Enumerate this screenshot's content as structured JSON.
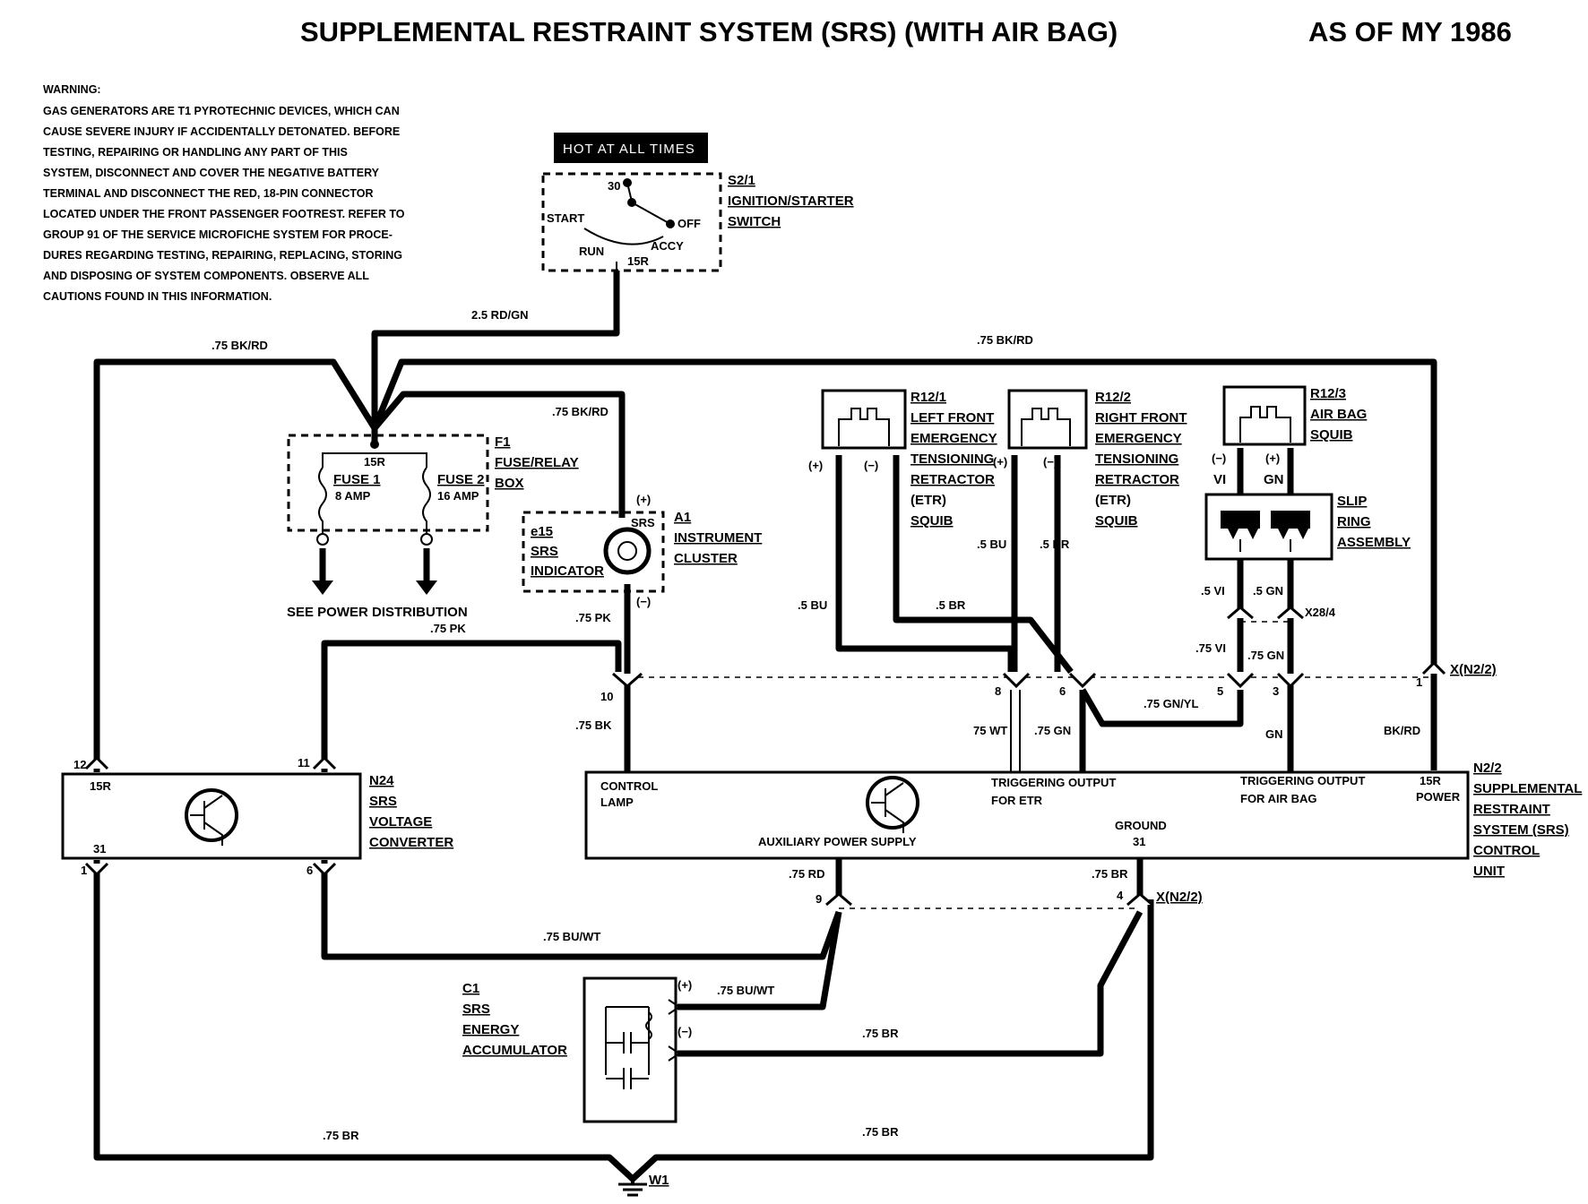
{
  "header": {
    "title": "SUPPLEMENTAL RESTRAINT SYSTEM (SRS) (WITH AIR BAG)",
    "model_year": "AS OF MY 1986"
  },
  "warning": {
    "heading": "WARNING:",
    "lines": [
      "GAS GENERATORS ARE T1 PYROTECHNIC DEVICES, WHICH CAN",
      "CAUSE SEVERE INJURY IF ACCIDENTALLY DETONATED. BEFORE",
      "TESTING, REPAIRING OR HANDLING ANY PART OF THIS",
      "SYSTEM, DISCONNECT AND COVER THE NEGATIVE BATTERY",
      "TERMINAL AND DISCONNECT THE RED, 18-PIN CONNECTOR",
      "LOCATED UNDER THE FRONT PASSENGER FOOTREST. REFER TO",
      "GROUP 91 OF THE SERVICE MICROFICHE SYSTEM FOR PROCE-",
      "DURES REGARDING TESTING, REPAIRING, REPLACING, STORING",
      "AND DISPOSING OF SYSTEM COMPONENTS. OBSERVE ALL",
      "CAUTIONS FOUND IN THIS INFORMATION."
    ]
  },
  "hot_label": "HOT AT ALL TIMES",
  "switch": {
    "id": "S2/1",
    "name1": "IGNITION/STARTER",
    "name2": "SWITCH",
    "pos_30": "30",
    "start": "START",
    "off": "OFF",
    "run": "RUN",
    "accy": "ACCY",
    "pos_15r": "15R"
  },
  "fuse_box": {
    "id": "F1",
    "name1": "FUSE/RELAY",
    "name2": "BOX",
    "terminal": "15R",
    "fuse1": "FUSE 1",
    "fuse1_amp": "8 AMP",
    "fuse2": "FUSE 2",
    "fuse2_amp": "16 AMP",
    "see_power": "SEE POWER DISTRIBUTION"
  },
  "cluster": {
    "id": "A1",
    "name1": "INSTRUMENT",
    "name2": "CLUSTER",
    "indicator_id": "e15",
    "indicator_l1": "SRS",
    "indicator_l2": "INDICATOR",
    "srs": "SRS",
    "plus": "(+)",
    "minus": "(−)"
  },
  "etr_left": {
    "id": "R12/1",
    "l1": "LEFT FRONT",
    "l2": "EMERGENCY",
    "l3": "TENSIONING",
    "l4": "RETRACTOR",
    "l5": "(ETR)",
    "l6": "SQUIB",
    "plus": "(+)",
    "minus": "(−)"
  },
  "etr_right": {
    "id": "R12/2",
    "l1": "RIGHT FRONT",
    "l2": "EMERGENCY",
    "l3": "TENSIONING",
    "l4": "RETRACTOR",
    "l5": "(ETR)",
    "l6": "SQUIB",
    "plus": "(+)",
    "minus": "(−)"
  },
  "airbag_squib": {
    "id": "R12/3",
    "l1": "AIR BAG",
    "l2": "SQUIB",
    "minus": "(−)",
    "plus": "(+)",
    "vi": "VI",
    "gn": "GN"
  },
  "slip_ring": {
    "l1": "SLIP",
    "l2": "RING",
    "l3": "ASSEMBLY",
    "connector": "X28/4"
  },
  "voltage_converter": {
    "id": "N24",
    "l1": "SRS",
    "l2": "VOLTAGE",
    "l3": "CONVERTER",
    "term_15r": "15R",
    "term_31": "31",
    "pin12": "12",
    "pin11": "11",
    "pin1": "1",
    "pin6": "6"
  },
  "control_unit": {
    "id": "N2/2",
    "l1": "SUPPLEMENTAL",
    "l2": "RESTRAINT",
    "l3": "SYSTEM (SRS)",
    "l4": "CONTROL",
    "l5": "UNIT",
    "control_lamp_1": "CONTROL",
    "control_lamp_2": "LAMP",
    "trig_etr_1": "TRIGGERING OUTPUT",
    "trig_etr_2": "FOR ETR",
    "trig_ab_1": "TRIGGERING OUTPUT",
    "trig_ab_2": "FOR AIR BAG",
    "power_1": "15R",
    "power_2": "POWER",
    "aux": "AUXILIARY POWER SUPPLY",
    "ground_1": "GROUND",
    "ground_2": "31"
  },
  "connector_top": {
    "label": "X(N2/2)",
    "pin10": "10",
    "pin8": "8",
    "pin6": "6",
    "pin5": "5",
    "pin3": "3",
    "pin1": "1"
  },
  "connector_bottom": {
    "label": "X(N2/2)",
    "pin9": "9",
    "pin4": "4"
  },
  "accumulator": {
    "id": "C1",
    "l1": "SRS",
    "l2": "ENERGY",
    "l3": "ACCUMULATOR",
    "plus": "(+)",
    "minus": "(−)"
  },
  "ground": {
    "id": "W1"
  },
  "wires": {
    "w_25rdgn": "2.5 RD/GN",
    "w_bkrd_left": ".75 BK/RD",
    "w_bkrd_top": ".75 BK/RD",
    "w_bkrd_cluster": ".75 BK/RD",
    "w_pk_upper": ".75 PK",
    "w_pk_lower": ".75 PK",
    "w_bk": ".75 BK",
    "w_5bu_a": ".5 BU",
    "w_5br_a": ".5 BR",
    "w_5bu_b": ".5 BU",
    "w_5br_b": ".5 BR",
    "w_5vi": ".5 VI",
    "w_5gn": ".5 GN",
    "w_75vi": ".75 VI",
    "w_75gn": ".75 GN",
    "w_75gnyl": ".75 GN/YL",
    "w_75wt": "75 WT",
    "w_75gn_b": ".75 GN",
    "w_gn": "GN",
    "w_bkrd_right": "BK/RD",
    "w_75rd": ".75 RD",
    "w_75br_gnd": ".75 BR",
    "w_buwt_a": ".75 BU/WT",
    "w_buwt_b": ".75 BU/WT",
    "w_75br_acc": ".75 BR",
    "w_75br_bl": ".75 BR",
    "w_75br_br": ".75 BR"
  }
}
